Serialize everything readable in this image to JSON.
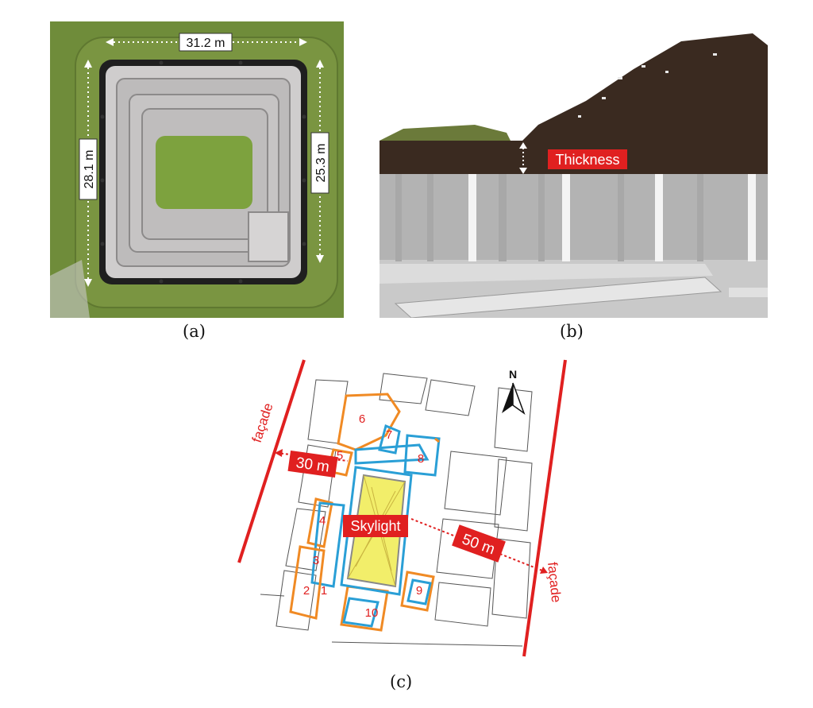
{
  "figure": {
    "panel_a": {
      "caption": "(a)",
      "dims": {
        "top": "31.2 m",
        "left": "28.1 m",
        "right": "25.3 m"
      }
    },
    "panel_b": {
      "caption": "(b)",
      "label": "Thickness"
    },
    "panel_c": {
      "caption": "(c)",
      "north": "N",
      "facade_left": "façade",
      "facade_right": "façade",
      "skylight": "Skylight",
      "dist_left": "30 m",
      "dist_right": "50 m",
      "room_numbers": [
        "1",
        "2",
        "3",
        "4",
        "5",
        "6",
        "7",
        "8",
        "9",
        "10"
      ]
    },
    "colors": {
      "grass": "#6f8c3a",
      "atrium_green": "#7da23e",
      "roof_dark": "#3a2a20",
      "label_red": "#e02020",
      "skylight_yellow": "#f2ee6a",
      "orange": "#f08a24",
      "blue": "#2a9fd6"
    }
  }
}
